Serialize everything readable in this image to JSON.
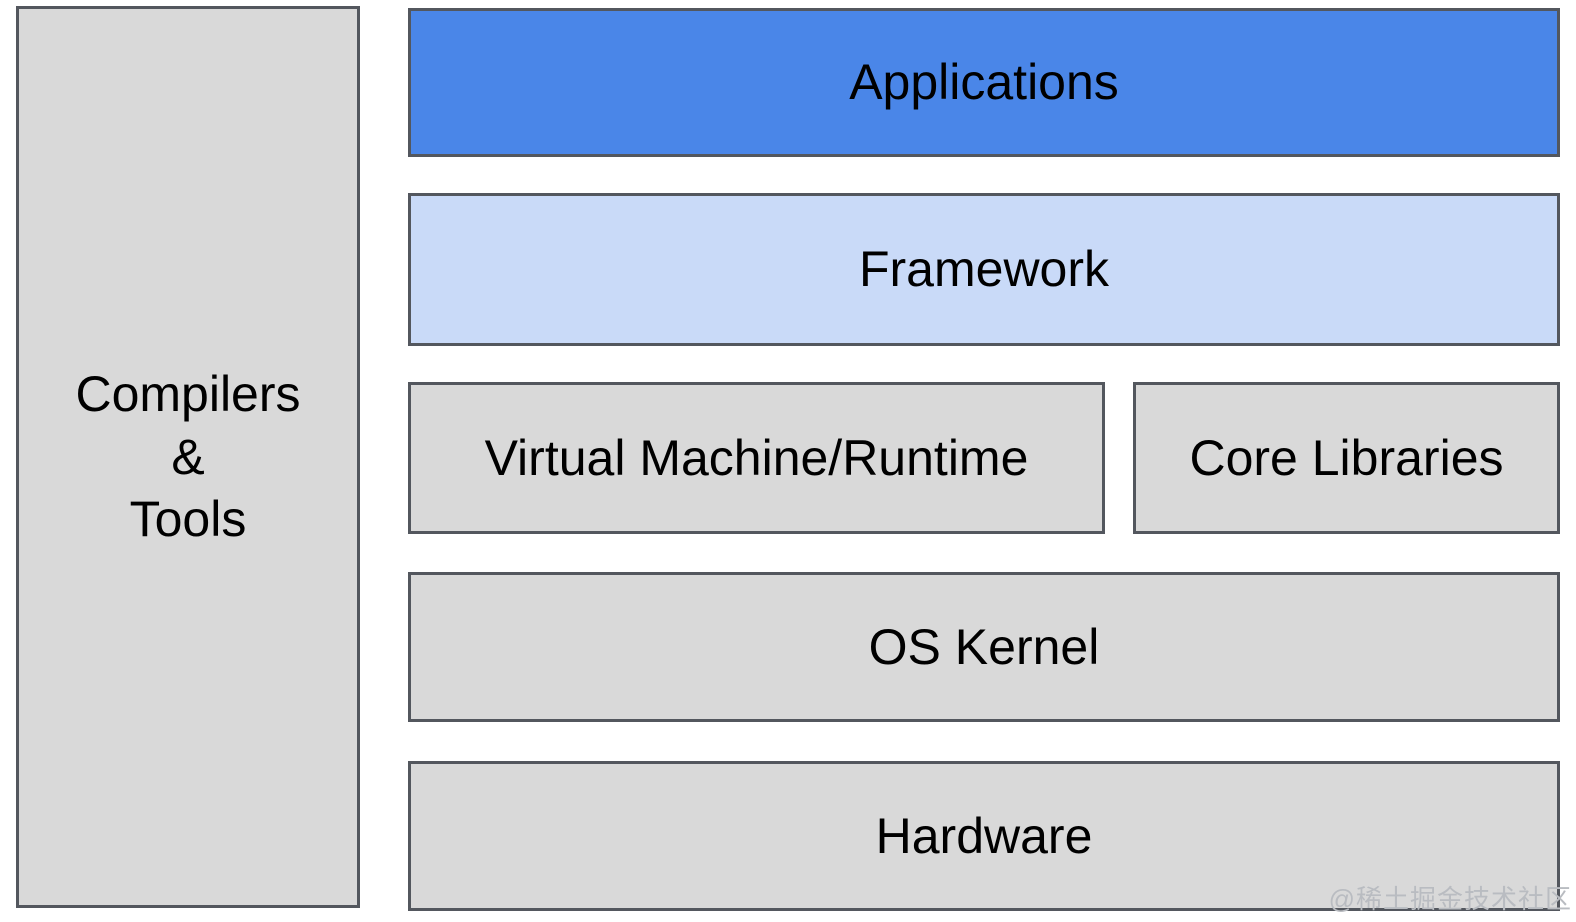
{
  "stack": {
    "side_box": {
      "lines": [
        "Compilers",
        "&",
        "Tools"
      ],
      "color": "#d9d9d9"
    },
    "layers": [
      {
        "id": "applications",
        "label": "Applications",
        "color": "#4a86e8"
      },
      {
        "id": "framework",
        "label": "Framework",
        "color": "#c9daf8"
      },
      {
        "id": "vm_runtime",
        "label": "Virtual Machine/Runtime",
        "color": "#d9d9d9"
      },
      {
        "id": "core_libraries",
        "label": "Core Libraries",
        "color": "#d9d9d9"
      },
      {
        "id": "os_kernel",
        "label": "OS Kernel",
        "color": "#d9d9d9"
      },
      {
        "id": "hardware",
        "label": "Hardware",
        "color": "#d9d9d9"
      }
    ],
    "border_color": "#53575e",
    "text_color": "#000000"
  },
  "watermark": {
    "text": "@稀土掘金技术社区",
    "color": "#b9bcc1"
  }
}
